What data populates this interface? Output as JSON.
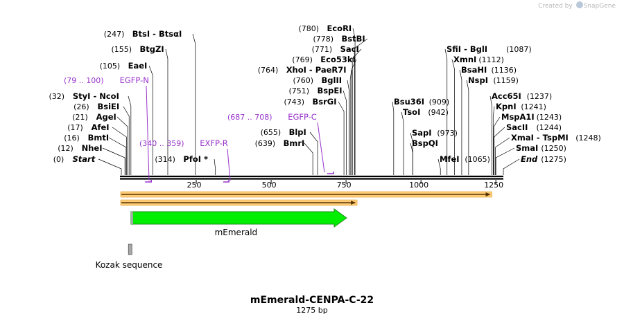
{
  "credit": {
    "prefix": "Created by",
    "brand": "SnapGene"
  },
  "plasmid": {
    "name": "mEmerald-CENPA-C-22",
    "length_label": "1275 bp",
    "length": 1275
  },
  "colors": {
    "enzyme": "#000000",
    "primer": "#9933cc",
    "feature_green": "#00ee00",
    "orf_fill": "#ffcc77",
    "kozak": "#a8a8a8"
  },
  "ruler": {
    "ticks": [
      "250",
      "500",
      "750",
      "1000",
      "1250"
    ]
  },
  "enzymes": [
    {
      "name": "Start",
      "pos_label": "(0)",
      "pos": 0,
      "italic": true
    },
    {
      "name": "NheI",
      "pos_label": "(12)",
      "pos": 12
    },
    {
      "name": "BmtI",
      "pos_label": "(16)",
      "pos": 16
    },
    {
      "name": "AfeI",
      "pos_label": "(17)",
      "pos": 17
    },
    {
      "name": "AgeI",
      "pos_label": "(21)",
      "pos": 21
    },
    {
      "name": "BsiEI",
      "pos_label": "(26)",
      "pos": 26
    },
    {
      "name": "StyI - NcoI",
      "pos_label": "(32)",
      "pos": 32
    },
    {
      "name": "EaeI",
      "pos_label": "(105)",
      "pos": 105
    },
    {
      "name": "BtgZI",
      "pos_label": "(155)",
      "pos": 155
    },
    {
      "name": "BtsI - BtsαI",
      "pos_label": "(247)",
      "pos": 247
    },
    {
      "name": "PfoI *",
      "pos_label": "(314)",
      "pos": 314
    },
    {
      "name": "BmrI",
      "pos_label": "(639)",
      "pos": 639
    },
    {
      "name": "BlpI",
      "pos_label": "(655)",
      "pos": 655
    },
    {
      "name": "BsrGI",
      "pos_label": "(743)",
      "pos": 743
    },
    {
      "name": "BspEI",
      "pos_label": "(751)",
      "pos": 751
    },
    {
      "name": "BglII",
      "pos_label": "(760)",
      "pos": 760
    },
    {
      "name": "XhoI - PaeR7I",
      "pos_label": "(764)",
      "pos": 764
    },
    {
      "name": "Eco53kI",
      "pos_label": "(769)",
      "pos": 769
    },
    {
      "name": "SacI",
      "pos_label": "(771)",
      "pos": 771
    },
    {
      "name": "BstBI",
      "pos_label": "(778)",
      "pos": 778
    },
    {
      "name": "EcoRI",
      "pos_label": "(780)",
      "pos": 780
    },
    {
      "name": "Bsu36I",
      "pos_label": "(909)",
      "pos": 909
    },
    {
      "name": "TsoI",
      "pos_label": "(942)",
      "pos": 942
    },
    {
      "name": "SapI",
      "pos_label": "(973)",
      "pos": 973
    },
    {
      "name": "BspQI",
      "pos_label": "",
      "pos": 973
    },
    {
      "name": "MfeI",
      "pos_label": "(1065)",
      "pos": 1065
    },
    {
      "name": "SfiI - BglI",
      "pos_label": "(1087)",
      "pos": 1087
    },
    {
      "name": "XmnI",
      "pos_label": "(1112)",
      "pos": 1112
    },
    {
      "name": "BsaHI",
      "pos_label": "(1136)",
      "pos": 1136
    },
    {
      "name": "NspI",
      "pos_label": "(1159)",
      "pos": 1159
    },
    {
      "name": "Acc65I",
      "pos_label": "(1237)",
      "pos": 1237
    },
    {
      "name": "KpnI",
      "pos_label": "(1241)",
      "pos": 1241
    },
    {
      "name": "MspA1I",
      "pos_label": "(1243)",
      "pos": 1243
    },
    {
      "name": "SacII",
      "pos_label": "(1244)",
      "pos": 1244
    },
    {
      "name": "XmaI - TspMI",
      "pos_label": "(1248)",
      "pos": 1248
    },
    {
      "name": "SmaI",
      "pos_label": "(1250)",
      "pos": 1250
    },
    {
      "name": "End",
      "pos_label": "(1275)",
      "pos": 1275,
      "italic": true
    }
  ],
  "primers": [
    {
      "name": "EGFP-N",
      "range_label": "(79 .. 100)",
      "start": 79,
      "end": 100
    },
    {
      "name": "EXFP-R",
      "range_label": "(340 .. 359)",
      "start": 340,
      "end": 359
    },
    {
      "name": "EGFP-C",
      "range_label": "(687 .. 708)",
      "start": 687,
      "end": 708
    }
  ],
  "orfs": [
    {
      "start": 0,
      "end": 1230
    },
    {
      "start": 0,
      "end": 780
    }
  ],
  "features": [
    {
      "name": "mEmerald",
      "start": 32,
      "end": 752,
      "kind": "cds"
    },
    {
      "name": "Kozak sequence",
      "start": 26,
      "end": 35,
      "kind": "misc"
    }
  ]
}
